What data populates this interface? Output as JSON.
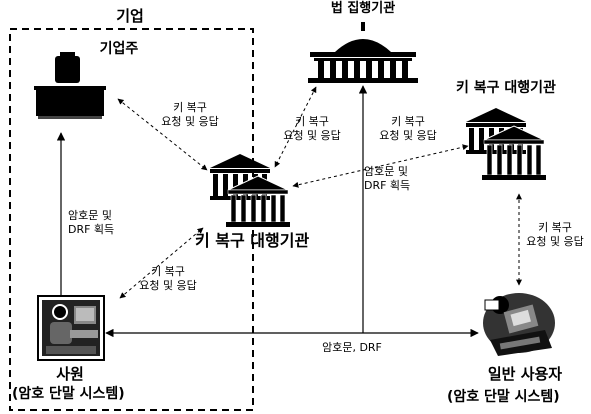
{
  "company": {
    "box_title": "기업",
    "owner_label": "기업주",
    "owner_edge_label": [
      "암호문 및",
      "DRF 획득"
    ],
    "employee": {
      "name": "사원",
      "system": "(암호 단말 시스템)"
    }
  },
  "enforcement": {
    "label": "법 집행기관",
    "edge_label": [
      "암호문 및",
      "DRF 획득"
    ]
  },
  "key_recovery_center": {
    "label": "키 복구 대행기관",
    "owner_request": [
      "키 복구",
      "요청 및 응답"
    ],
    "enforcement_request": [
      "키 복구",
      "요청 및 응답"
    ],
    "employee_request": [
      "키 복구",
      "요청 및 응답"
    ]
  },
  "key_recovery_right": {
    "label": "키 복구 대행기관",
    "user_request": [
      "키 복구",
      "요청 및 응답"
    ]
  },
  "general_user": {
    "name": "일반 사용자",
    "system": "(암호 단말 시스템)"
  },
  "communication_label": "암호문, DRF",
  "icons": {
    "owner": "desk-icon",
    "enforcement": "courthouse-icon",
    "key_recovery": "bank-building-icon",
    "employee": "person-at-computer-icon",
    "general_user": "person-at-computer-icon"
  }
}
